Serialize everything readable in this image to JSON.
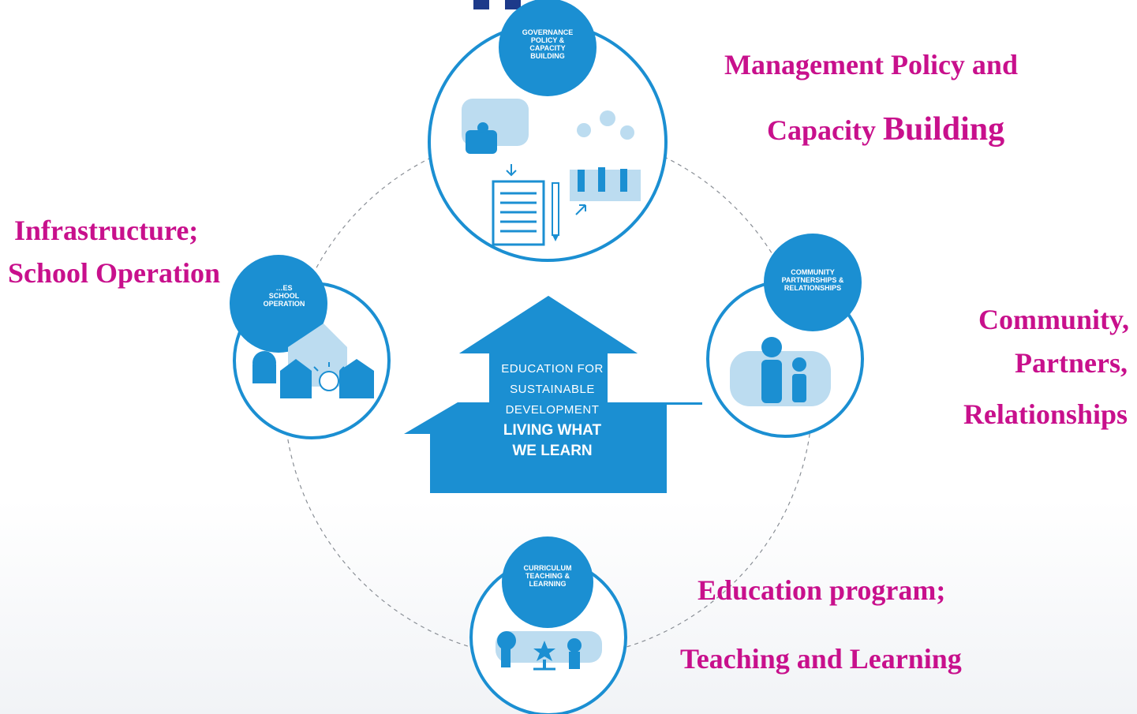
{
  "colors": {
    "accent_blue": "#1b8fd2",
    "caption_magenta": "#c8108c",
    "light_blue": "#bcdcf0"
  },
  "hub": {
    "line1": "EDUCATION FOR",
    "line2": "SUSTAINABLE",
    "line3": "DEVELOPMENT",
    "line4": "LIVING WHAT",
    "line5": "WE LEARN"
  },
  "nodes": {
    "governance": {
      "line1": "GOVERNANCE",
      "line2": "POLICY &",
      "line3": "CAPACITY",
      "line4": "BUILDING"
    },
    "community": {
      "line1": "COMMUNITY",
      "line2": "PARTNERSHIPS &",
      "line3": "RELATIONSHIPS"
    },
    "curriculum": {
      "line1": "CURRICULUM",
      "line2": "TEACHING &",
      "line3": "LEARNING"
    },
    "facilities": {
      "line1": "…ES",
      "line2": "SCHOOL",
      "line3": "OPERATION"
    }
  },
  "captions": {
    "management_line1": "Management Policy and",
    "management_line2a": "Capacity ",
    "management_line2b": "Building",
    "infrastructure_line1": "Infrastructure;",
    "infrastructure_line2": "School Operation",
    "community_line1": "Community,",
    "community_line2": "Partners,",
    "community_line3": "Relationships",
    "education_line1": "Education program;",
    "education_line2": "Teaching and Learning"
  }
}
